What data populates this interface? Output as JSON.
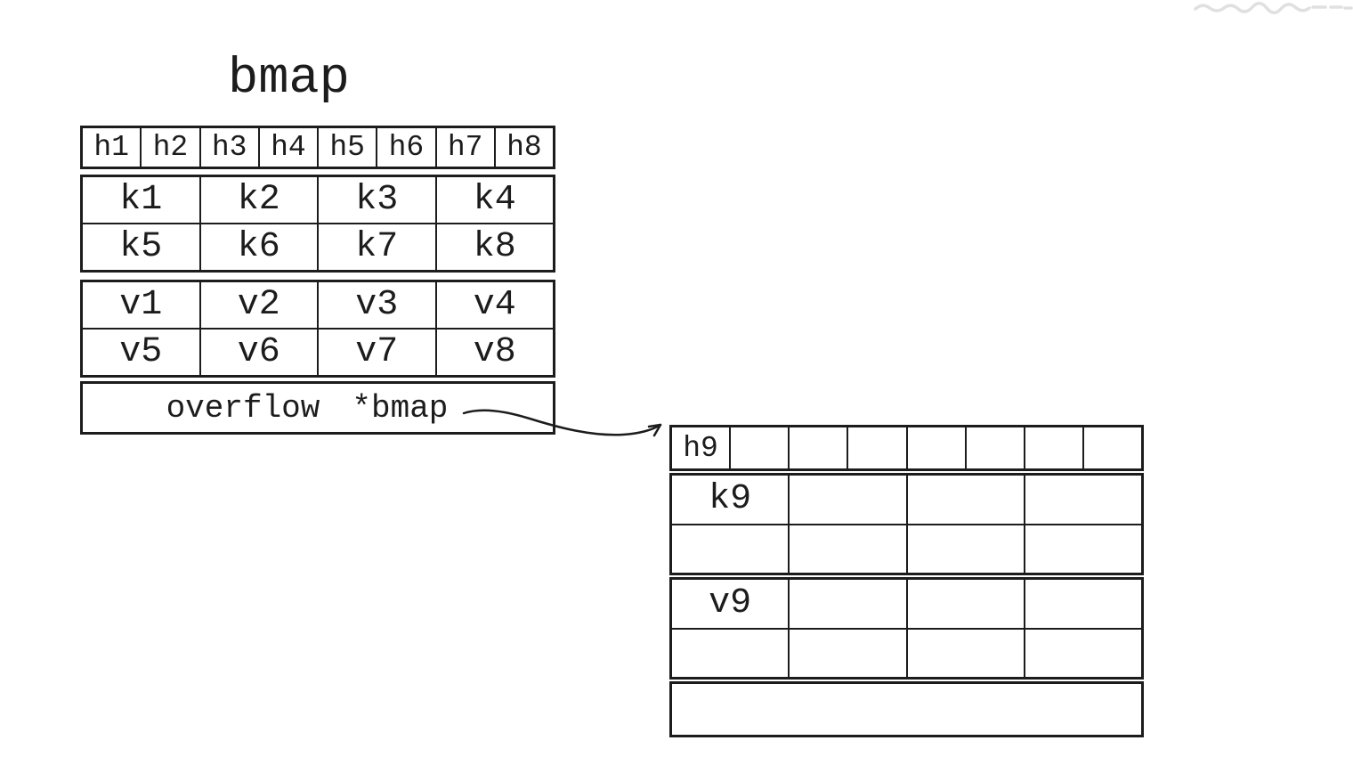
{
  "title": "bmap",
  "colors": {
    "line": "#1c1c1c",
    "background": "#ffffff",
    "watermark": "#e0e0e0"
  },
  "main_bucket": {
    "hash_cells": [
      "h1",
      "h2",
      "h3",
      "h4",
      "h5",
      "h6",
      "h7",
      "h8"
    ],
    "key_rows": [
      [
        "k1",
        "k2",
        "k3",
        "k4"
      ],
      [
        "k5",
        "k6",
        "k7",
        "k8"
      ]
    ],
    "value_rows": [
      [
        "v1",
        "v2",
        "v3",
        "v4"
      ],
      [
        "v5",
        "v6",
        "v7",
        "v8"
      ]
    ],
    "overflow": {
      "label": "overflow",
      "type": "*bmap"
    }
  },
  "overflow_bucket": {
    "hash_cells": [
      "h9",
      "",
      "",
      "",
      "",
      "",
      "",
      ""
    ],
    "key_rows": [
      [
        "k9",
        "",
        "",
        ""
      ],
      [
        "",
        "",
        "",
        ""
      ]
    ],
    "value_rows": [
      [
        "v9",
        "",
        "",
        ""
      ],
      [
        "",
        "",
        "",
        ""
      ]
    ],
    "overflow": {
      "label": "",
      "type": ""
    }
  }
}
